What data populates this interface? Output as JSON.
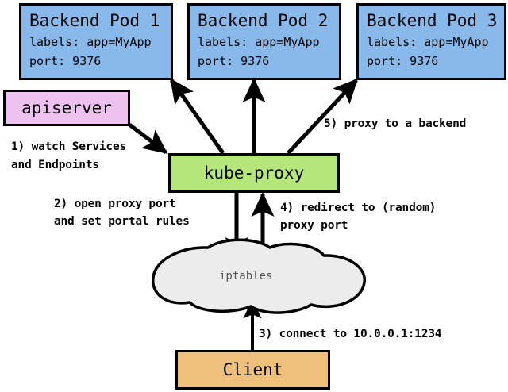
{
  "diagram": {
    "title": "Kubernetes kube-proxy userspace proxy mode",
    "background": "#ffffff",
    "stroke": "#000000"
  },
  "colors": {
    "pod": "#89b9ea",
    "apiserver": "#eec2ef",
    "kube_proxy": "#b4e67c",
    "client": "#eec07a",
    "cloud": "#ececec",
    "cloud_text": "#555555",
    "border": "#000000"
  },
  "pods": [
    {
      "title": "Backend Pod 1",
      "labels_line": "labels: app=MyApp",
      "port_line": "port: 9376"
    },
    {
      "title": "Backend Pod 2",
      "labels_line": "labels: app=MyApp",
      "port_line": "port: 9376"
    },
    {
      "title": "Backend Pod 3",
      "labels_line": "labels: app=MyApp",
      "port_line": "port: 9376"
    }
  ],
  "nodes": {
    "apiserver": "apiserver",
    "kube_proxy": "kube-proxy",
    "iptables": "iptables",
    "client": "Client"
  },
  "annotations": {
    "step1_line1": "1) watch Services",
    "step1_line2": "and Endpoints",
    "step2_line1": "2) open proxy port",
    "step2_line2": "and set portal rules",
    "step3": "3) connect to 10.0.0.1:1234",
    "step4_line1": "4) redirect to (random)",
    "step4_line2": "proxy port",
    "step5": "5) proxy to a backend"
  }
}
